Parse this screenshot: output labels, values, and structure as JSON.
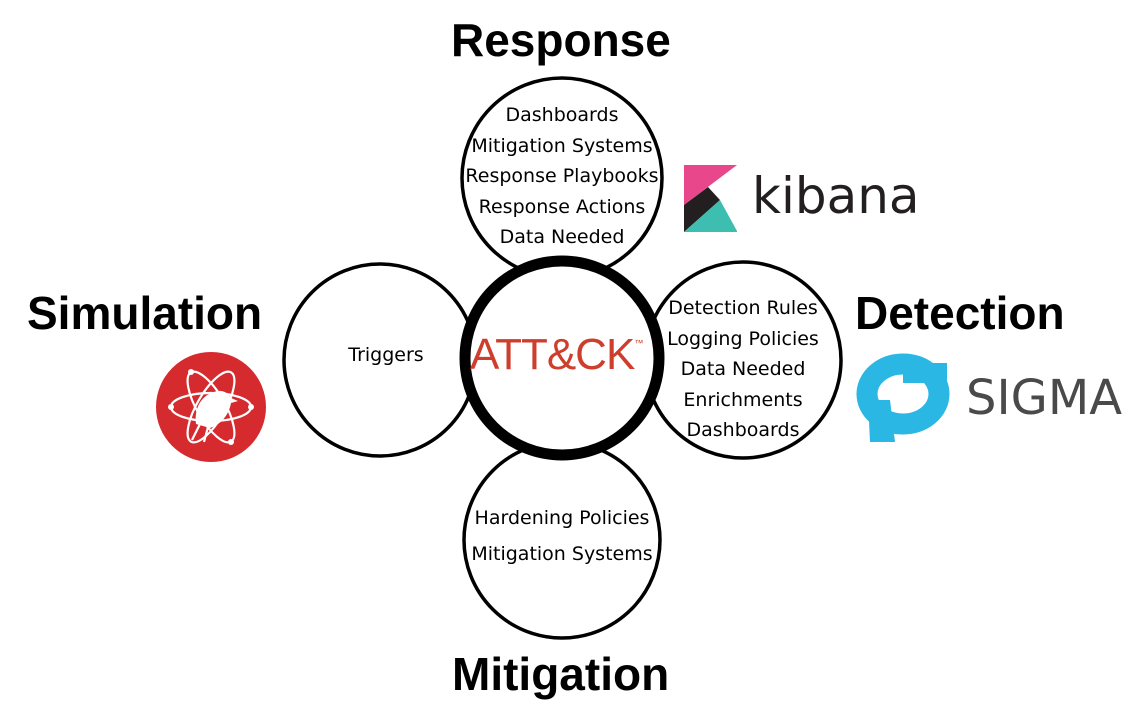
{
  "headings": {
    "response": "Response",
    "simulation": "Simulation",
    "detection": "Detection",
    "mitigation": "Mitigation"
  },
  "center": {
    "logo_text": "ATT&CK",
    "trademark": "™"
  },
  "circles": {
    "response": [
      "Dashboards",
      "Mitigation Systems",
      "Response Playbooks",
      "Response Actions",
      "Data Needed"
    ],
    "simulation": [
      "Triggers"
    ],
    "detection": [
      "Detection Rules",
      "Logging Policies",
      "Data Needed",
      "Enrichments",
      "Dashboards"
    ],
    "mitigation": [
      "Hardening Policies",
      "Mitigation Systems"
    ]
  },
  "logos": {
    "kibana": {
      "text": "kibana",
      "icon": "kibana-icon"
    },
    "sigma": {
      "text": "SIGMA",
      "icon": "sigma-icon"
    },
    "simulation": {
      "icon": "red-canary-atomic-icon"
    }
  },
  "colors": {
    "attack_brand": "#cd3f2c",
    "sigma_blue": "#2bb7e4",
    "sigma_text": "#4a4a4a",
    "kibana_pink": "#e8478b",
    "kibana_teal": "#3ebeb0",
    "kibana_dark": "#231f20",
    "simulation_red": "#d52b2f"
  }
}
